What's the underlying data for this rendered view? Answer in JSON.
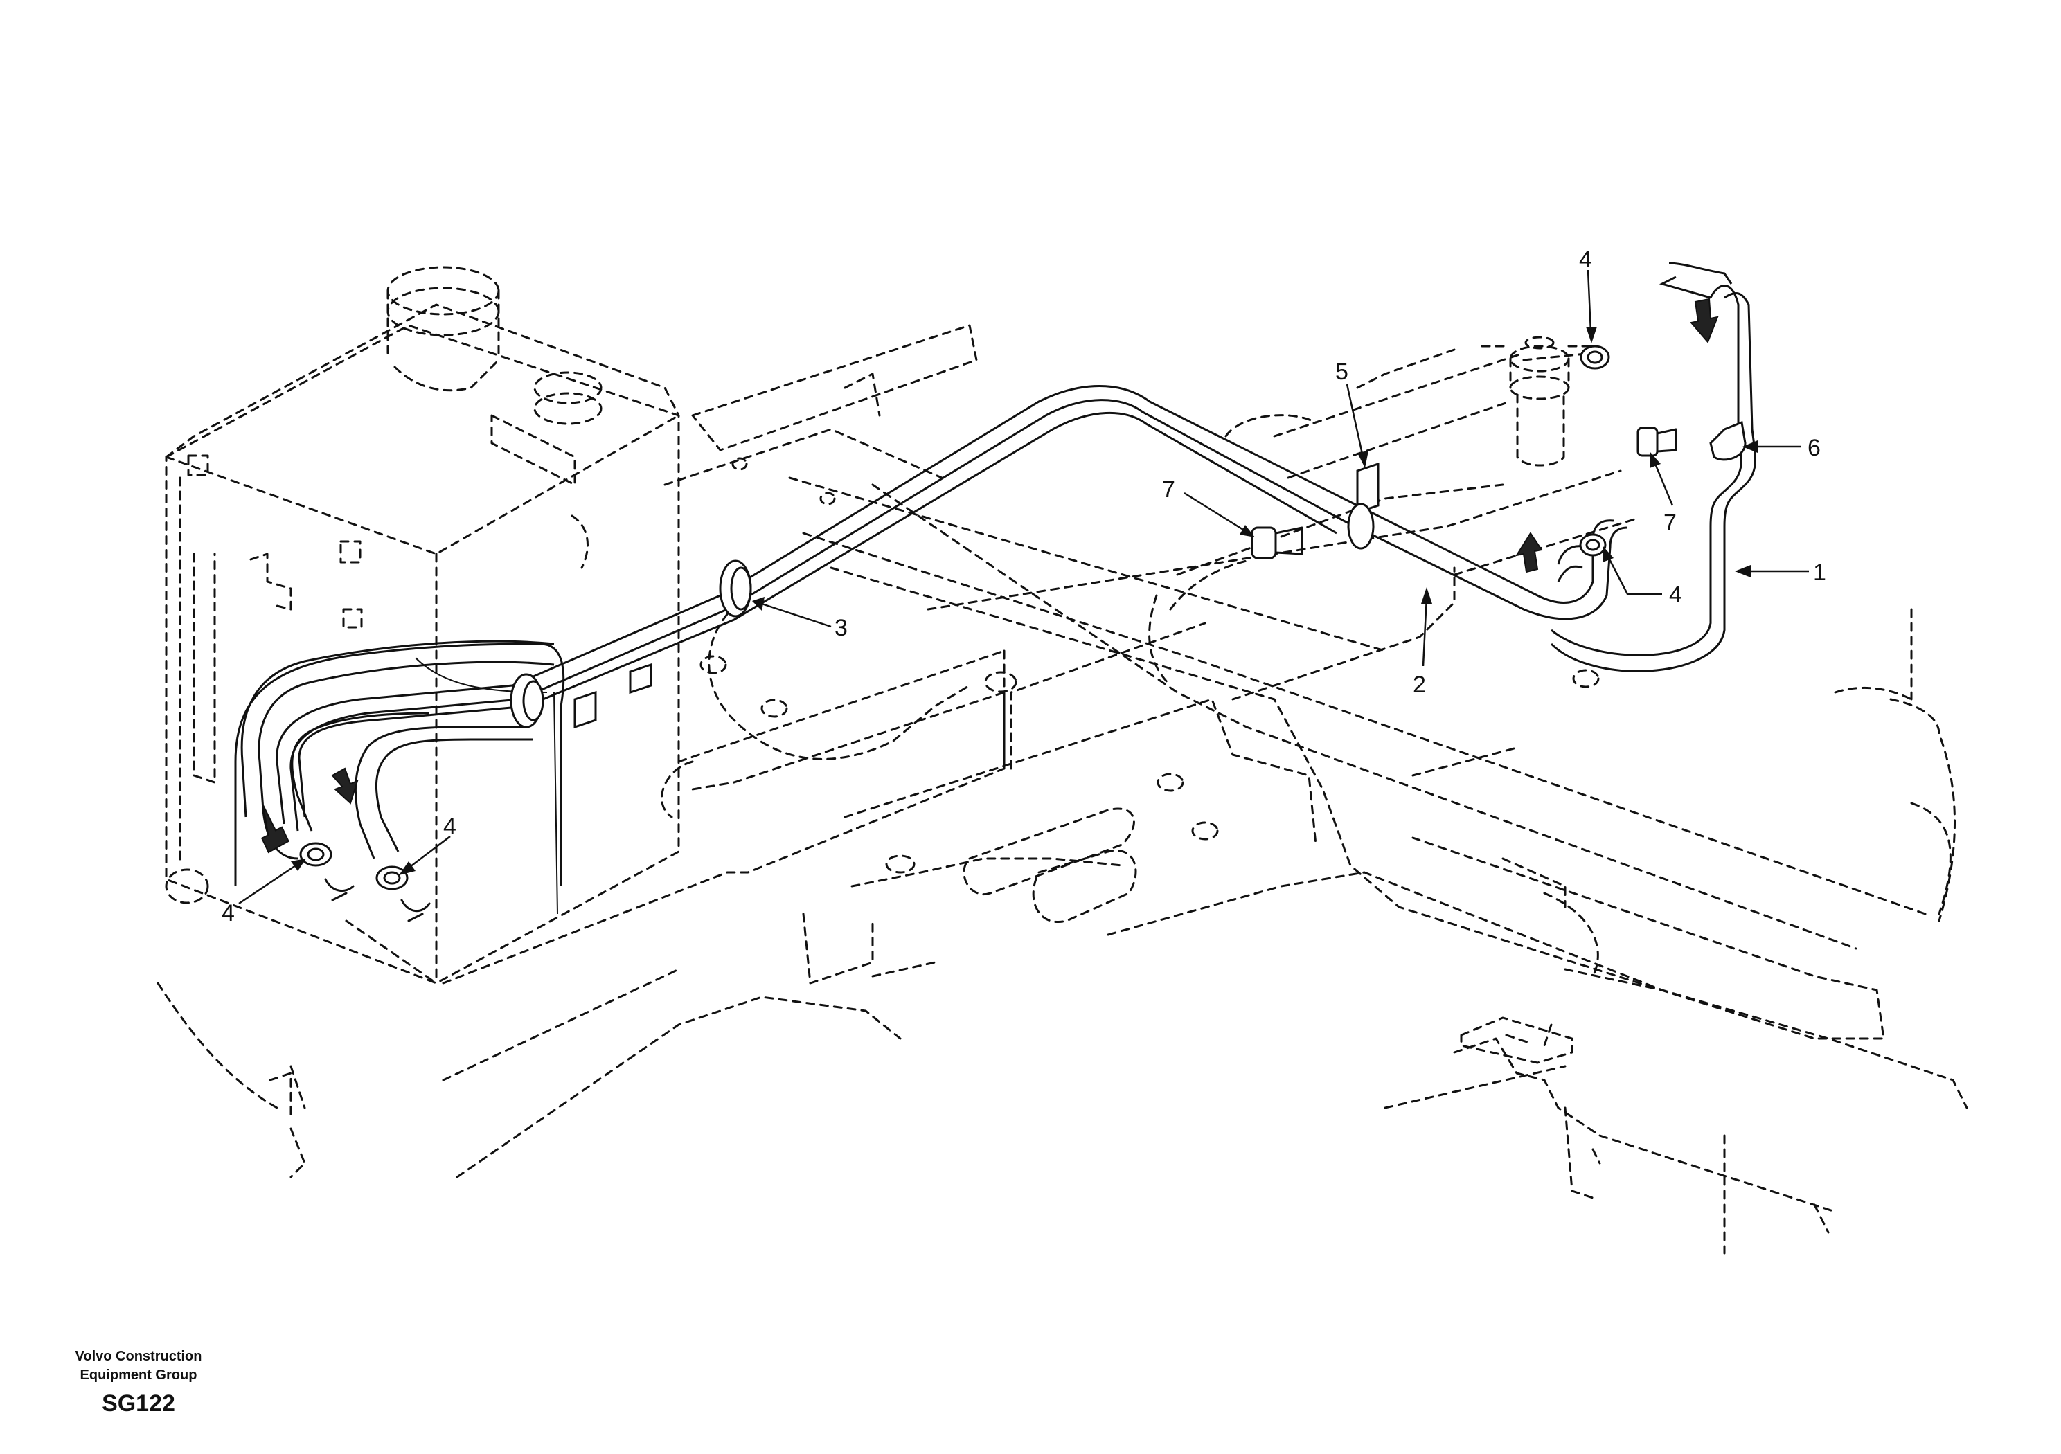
{
  "footer": {
    "org_line1": "Volvo Construction",
    "org_line2": "Equipment Group",
    "code": "SG122"
  },
  "callouts": {
    "c1": "1",
    "c2": "2",
    "c3": "3",
    "c4a": "4",
    "c4b": "4",
    "c4c": "4",
    "c4d": "4",
    "c5": "5",
    "c6": "6",
    "c7a": "7",
    "c7b": "7"
  }
}
